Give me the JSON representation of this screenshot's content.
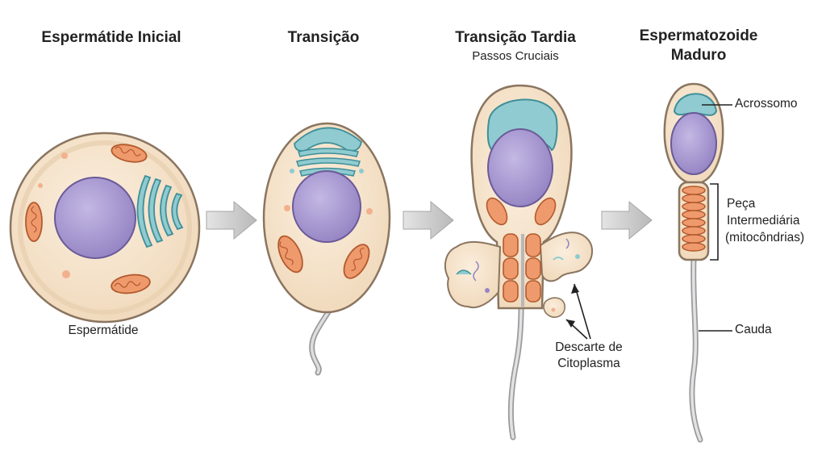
{
  "stages": [
    {
      "title": "Espermátide Inicial",
      "subtitle": ""
    },
    {
      "title": "Transição",
      "subtitle": ""
    },
    {
      "title": "Transição Tardia",
      "subtitle": "Passos Cruciais"
    },
    {
      "title_line1": "Espermatozoide",
      "title_line2": "Maduro",
      "subtitle": ""
    }
  ],
  "labels": {
    "spermatid": "Espermátide",
    "discard_line1": "Descarte de",
    "discard_line2": "Citoplasma",
    "acrosome": "Acrossomo",
    "midpiece_line1": "Peça",
    "midpiece_line2": "Intermediária",
    "midpiece_line3": "(mitocôndrias)",
    "tail": "Cauda"
  },
  "colors": {
    "cytoplasm": "#f3dfc3",
    "cytoplasm_outline": "#8a7560",
    "nucleus": "#a99ad0",
    "nucleus_outline": "#6b5a98",
    "golgi": "#8fcbd0",
    "golgi_outline": "#3f8f99",
    "mitochondria": "#ef9a6c",
    "mitochondria_outline": "#b35a2e",
    "flagellum": "#c6c6c8",
    "arrow": "#c8c8c8"
  }
}
